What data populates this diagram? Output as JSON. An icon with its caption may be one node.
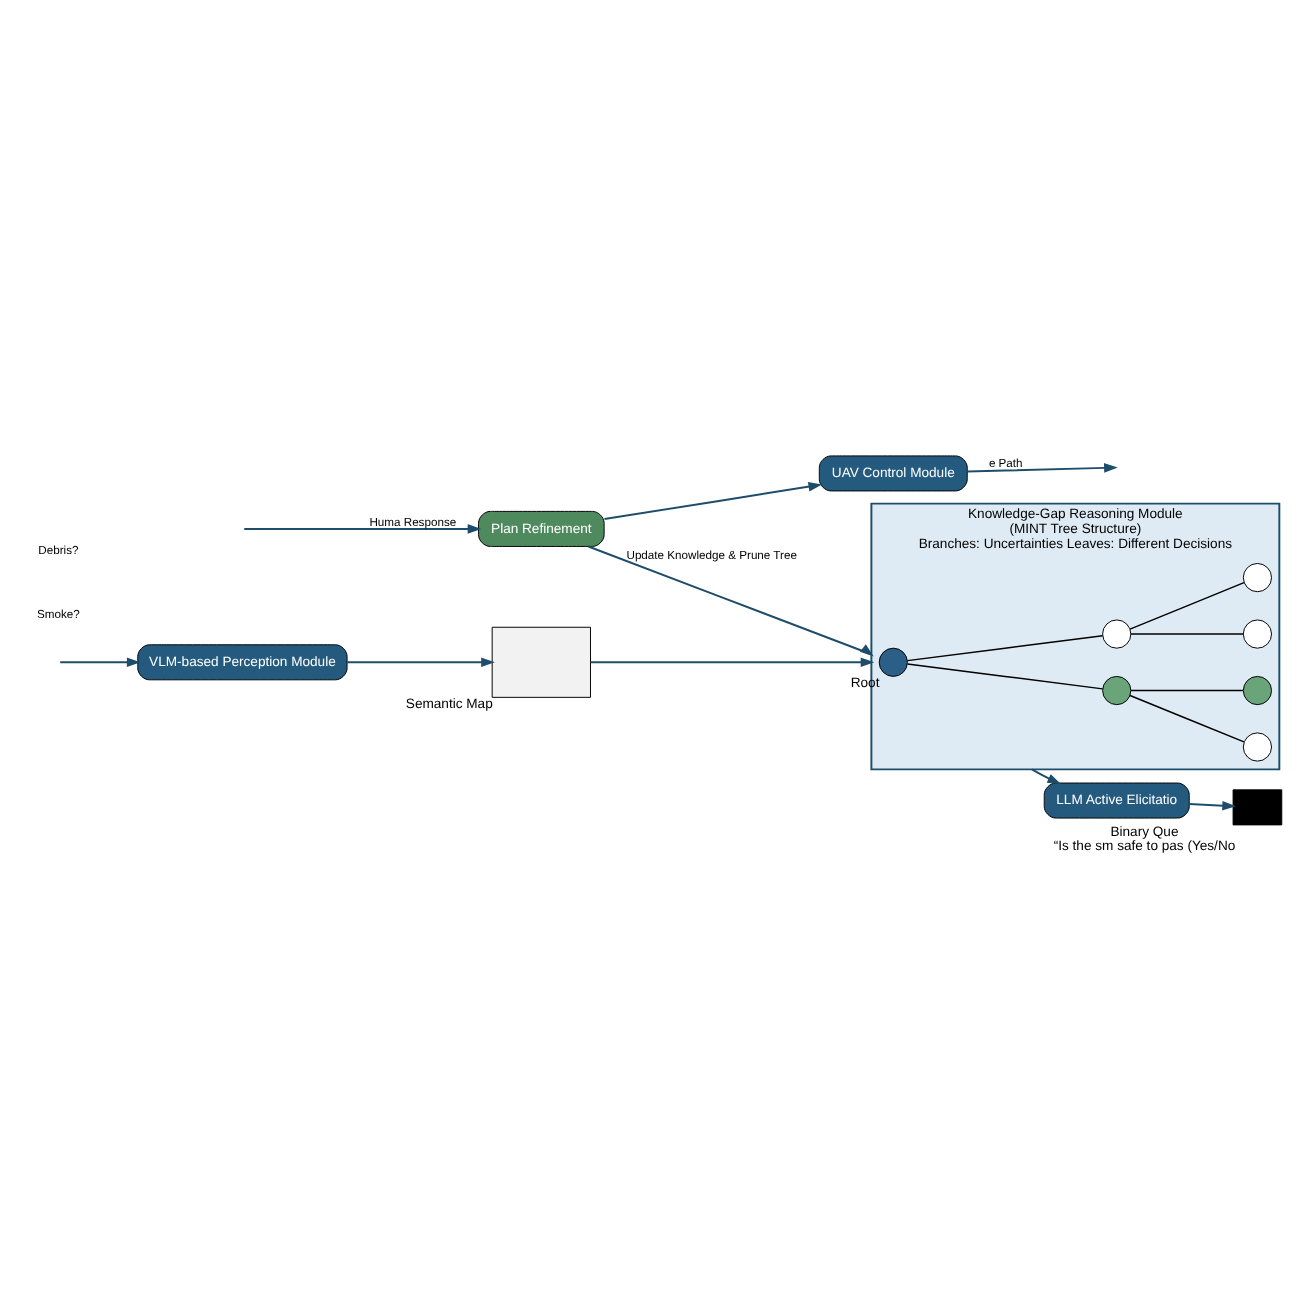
{
  "diagram": {
    "nodes": [
      {
        "text": [
          "VLM-based Perception Module"
        ]
      },
      {
        "text": [],
        "shape": "box",
        "beside": [
          "Semantic Map"
        ]
      },
      {
        "text": [
          "Knowledge-Gap Reasoning Module",
          "(MINT Tree Structure)",
          "Branches: Uncertainties Leaves: Different Decisions"
        ]
      },
      {
        "text": [],
        "shape": "circle",
        "in": 2,
        "beside": [
          "Root"
        ]
      },
      {
        "text": [],
        "shape": "circle",
        "in": 2
      },
      {
        "text": [],
        "shape": "circle",
        "in": 2
      },
      {
        "text": [],
        "shape": "circle",
        "in": 2
      },
      {
        "text": [],
        "shape": "circle",
        "in": 2
      },
      {
        "text": [],
        "shape": "circle",
        "in": 2
      },
      {
        "text": [],
        "shape": "circle",
        "in": 2
      },
      {
        "text": [
          "LLM Active Elicitatio"
        ]
      },
      {
        "text": [],
        "shape": "box",
        "beside": [
          "Binary Que",
          "“Is the sm safe to pas (Yes/No"
        ]
      },
      {
        "text": [
          "Plan Refinement"
        ]
      },
      {
        "text": [
          "UAV Control Module"
        ]
      }
    ],
    "edges": [
      {
        "from": null,
        "to": 0,
        "arrow": "to"
      },
      {
        "from": 0,
        "to": 1,
        "arrow": "to"
      },
      {
        "from": 1,
        "to": 2,
        "arrow": "to"
      },
      {
        "from": 3,
        "to": 4,
        "arrow": "none",
        "color": "#000000"
      },
      {
        "from": 3,
        "to": 5,
        "arrow": "none",
        "color": "#000000"
      },
      {
        "from": 4,
        "to": 6,
        "arrow": "none",
        "color": "#000000"
      },
      {
        "from": 4,
        "to": 7,
        "arrow": "none",
        "color": "#000000"
      },
      {
        "from": 5,
        "to": 8,
        "arrow": "none",
        "color": "#000000"
      },
      {
        "from": 5,
        "to": 9,
        "arrow": "none",
        "color": "#000000"
      },
      {
        "from": 2,
        "to": 10,
        "arrow": "to"
      },
      {
        "from": 10,
        "to": 11,
        "arrow": "to"
      },
      {
        "from": null,
        "to": 12,
        "arrow": "to",
        "label": "Huma Response"
      },
      {
        "from": 12,
        "to": 2,
        "arrow": "to",
        "label": "Update Knowledge & Prune Tree"
      },
      {
        "from": 12,
        "to": 13,
        "arrow": "to"
      },
      {
        "from": 13,
        "to": null,
        "arrow": "to",
        "label": "e Path"
      }
    ],
    "labels": [
      "Smoke?",
      "Debris?"
    ]
  }
}
